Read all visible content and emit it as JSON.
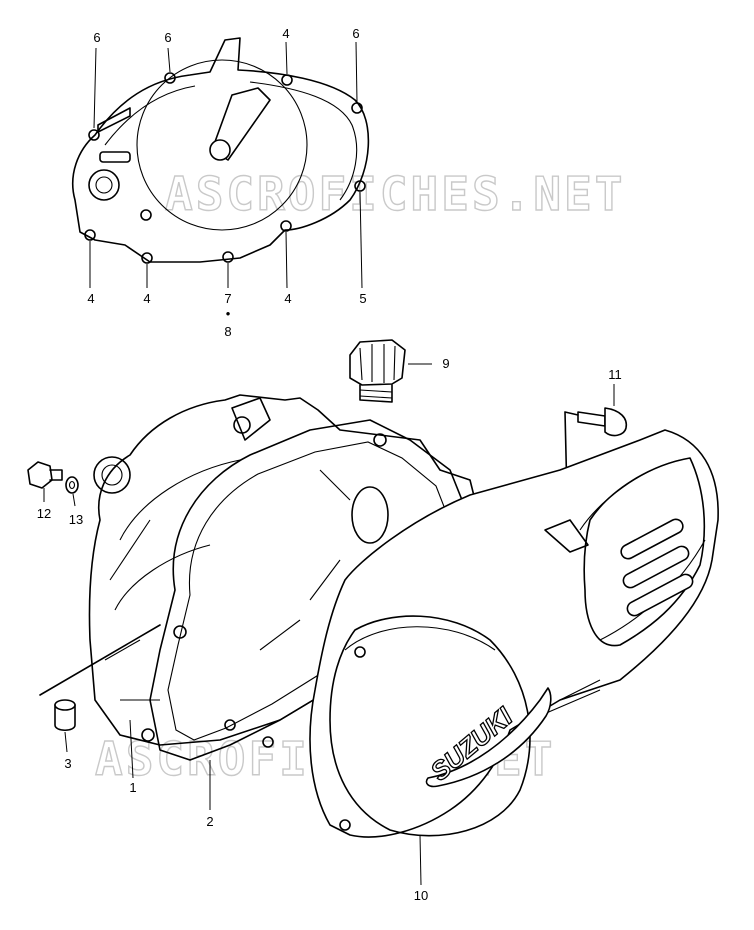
{
  "watermarks": [
    "ASCROFICHES.NET",
    "ASCROFICHES.NET"
  ],
  "brand_text": "SUZUKI",
  "callouts": {
    "c1": "1",
    "c2": "2",
    "c3": "3",
    "c4a": "4",
    "c4b": "4",
    "c4c": "4",
    "c4d": "4",
    "c5": "5",
    "c6a": "6",
    "c6b": "6",
    "c6c": "6",
    "c7": "7",
    "c7sep": "•",
    "c8": "8",
    "c9": "9",
    "c10": "10",
    "c11": "11",
    "c12": "12",
    "c13": "13"
  }
}
